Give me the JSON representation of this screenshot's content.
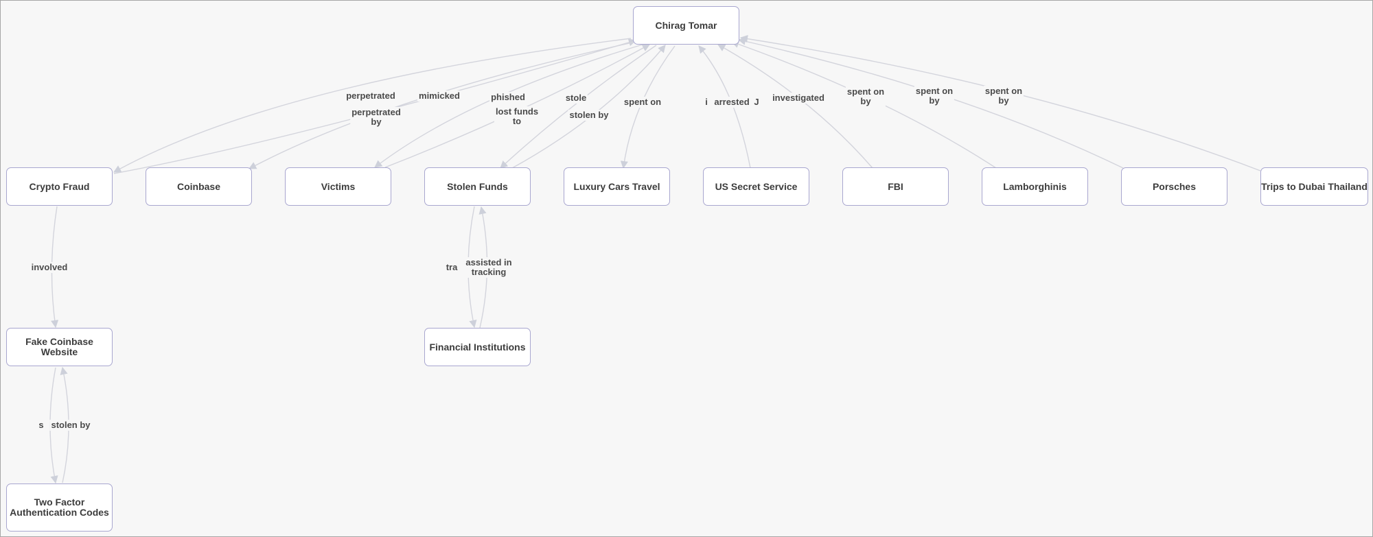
{
  "nodes": {
    "chirag": "Chirag Tomar",
    "crypto_fraud": "Crypto Fraud",
    "coinbase": "Coinbase",
    "victims": "Victims",
    "stolen_funds": "Stolen Funds",
    "luxury_cars": "Luxury Cars Travel",
    "secret_service": "US Secret Service",
    "fbi": "FBI",
    "lamborghinis": "Lamborghinis",
    "porsches": "Porsches",
    "dubai": "Trips to Dubai Thailand",
    "fake_coinbase": "Fake Coinbase Website",
    "financial_institutions": "Financial Institutions",
    "two_factor": "Two Factor\nAuthentication Codes"
  },
  "edge_labels": {
    "perpetrated": "perpetrated",
    "mimicked": "mimicked",
    "phished": "phished",
    "stole": "stole",
    "spent_on": "spent on",
    "perpetrated_by": "perpetrated\nby",
    "lost_funds_to": "lost funds\nto",
    "stolen_by": "stolen by",
    "arrested_partial": "i",
    "arrested": "arrested",
    "arrested_tail": "J",
    "investigated": "investigated",
    "spent_on_by_1": "spent on\nby",
    "spent_on_by_2": "spent on\nby",
    "spent_on_by_3": "spent on\nby",
    "involved": "involved",
    "tracked_partial": "tra",
    "assisted_in_tracking": "assisted in\ntracking",
    "stolen_partial": "s",
    "stolen_by_2": "stolen by"
  },
  "colors": {
    "background": "#f7f7f7",
    "node_border": "#a8a6cf",
    "edge": "#d3d4dc",
    "text": "#3c3c3c"
  }
}
